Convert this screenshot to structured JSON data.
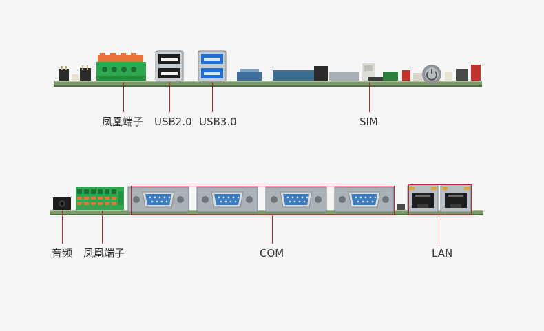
{
  "labels": {
    "top": {
      "phoenix_terminal": "凤凰端子",
      "usb2": "USB2.0",
      "usb3": "USB3.0",
      "sim": "SIM"
    },
    "bottom": {
      "audio": "音频",
      "phoenix_terminal": "凤凰端子",
      "com": "COM",
      "lan": "LAN"
    }
  },
  "colors": {
    "highlight": "#c0262c",
    "pcb": "#7d9a6a",
    "terminal_green": "#2ea84f",
    "terminal_orange": "#e8723a",
    "usb3_blue": "#1f6fd6",
    "db9_metal": "#9fa8ae",
    "db9_blue": "#3b7bbf",
    "rj45_metal": "#b9bec2",
    "background": "#f6f6f6",
    "text": "#333333"
  }
}
